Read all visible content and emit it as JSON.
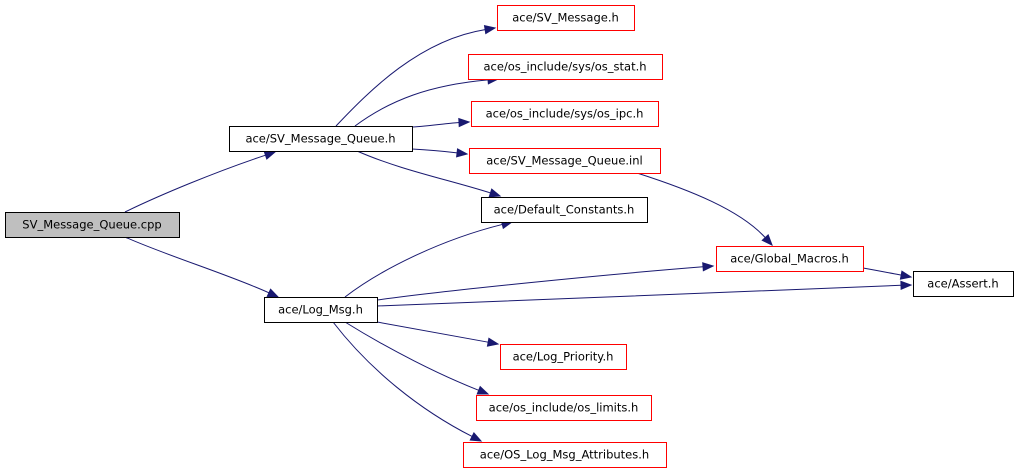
{
  "diagram": {
    "type": "include-dependency-graph",
    "colors": {
      "edge": "#191970",
      "root_fill": "#bfbfbf",
      "root_border": "#000000",
      "documented_border": "#000000",
      "undocumented_border": "#ff0000",
      "node_fill": "#ffffff"
    },
    "nodes": [
      {
        "id": "root",
        "label": "SV_Message_Queue.cpp",
        "kind": "root"
      },
      {
        "id": "svmq_h",
        "label": "ace/SV_Message_Queue.h",
        "kind": "documented"
      },
      {
        "id": "log_msg",
        "label": "ace/Log_Msg.h",
        "kind": "documented"
      },
      {
        "id": "sv_message",
        "label": "ace/SV_Message.h",
        "kind": "undocumented"
      },
      {
        "id": "os_stat",
        "label": "ace/os_include/sys/os_stat.h",
        "kind": "undocumented"
      },
      {
        "id": "os_ipc",
        "label": "ace/os_include/sys/os_ipc.h",
        "kind": "undocumented"
      },
      {
        "id": "svmq_inl",
        "label": "ace/SV_Message_Queue.inl",
        "kind": "undocumented"
      },
      {
        "id": "default_constants",
        "label": "ace/Default_Constants.h",
        "kind": "documented"
      },
      {
        "id": "global_macros",
        "label": "ace/Global_Macros.h",
        "kind": "undocumented"
      },
      {
        "id": "assert",
        "label": "ace/Assert.h",
        "kind": "documented"
      },
      {
        "id": "log_priority",
        "label": "ace/Log_Priority.h",
        "kind": "undocumented"
      },
      {
        "id": "os_limits",
        "label": "ace/os_include/os_limits.h",
        "kind": "undocumented"
      },
      {
        "id": "os_log_msg_attr",
        "label": "ace/OS_Log_Msg_Attributes.h",
        "kind": "undocumented"
      }
    ],
    "edges": [
      {
        "from": "root",
        "to": "svmq_h"
      },
      {
        "from": "root",
        "to": "log_msg"
      },
      {
        "from": "svmq_h",
        "to": "sv_message"
      },
      {
        "from": "svmq_h",
        "to": "os_stat"
      },
      {
        "from": "svmq_h",
        "to": "os_ipc"
      },
      {
        "from": "svmq_h",
        "to": "svmq_inl"
      },
      {
        "from": "svmq_h",
        "to": "default_constants"
      },
      {
        "from": "svmq_inl",
        "to": "global_macros"
      },
      {
        "from": "global_macros",
        "to": "assert"
      },
      {
        "from": "log_msg",
        "to": "default_constants"
      },
      {
        "from": "log_msg",
        "to": "global_macros"
      },
      {
        "from": "log_msg",
        "to": "assert"
      },
      {
        "from": "log_msg",
        "to": "log_priority"
      },
      {
        "from": "log_msg",
        "to": "os_limits"
      },
      {
        "from": "log_msg",
        "to": "os_log_msg_attr"
      }
    ]
  }
}
